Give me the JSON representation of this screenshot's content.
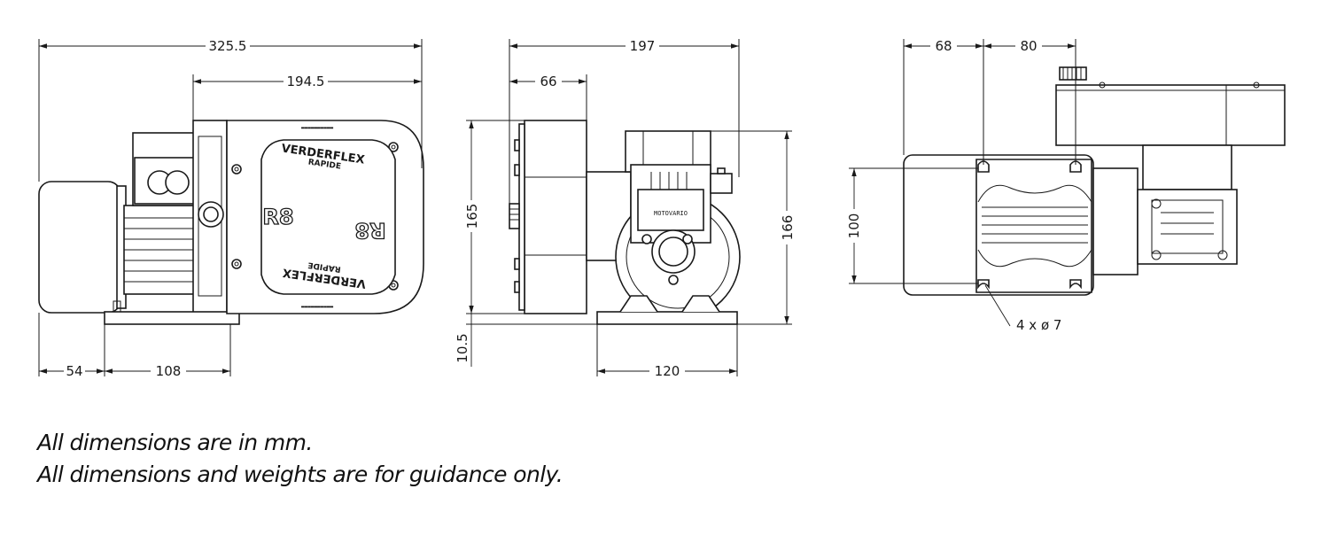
{
  "dimensions": {
    "d325": "325.5",
    "d194": "194.5",
    "d54": "54",
    "d108": "108",
    "d197": "197",
    "d66": "66",
    "d165": "165",
    "d166": "166",
    "d10": "10.5",
    "d120": "120",
    "d68": "68",
    "d80": "80",
    "d100": "100",
    "holes": "4 x ø 7"
  },
  "pump_face": {
    "brand_top": "VERDERFLEX",
    "sub_top": "RAPIDE",
    "model_left": "R8",
    "model_right": "R8",
    "brand_bottom": "VERDERFLEX",
    "sub_bottom": "RAPIDE"
  },
  "gearbox_label": "MOTOVARIO",
  "notes": {
    "line1": "All dimensions are in mm.",
    "line2": "All dimensions and weights are for guidance only."
  }
}
